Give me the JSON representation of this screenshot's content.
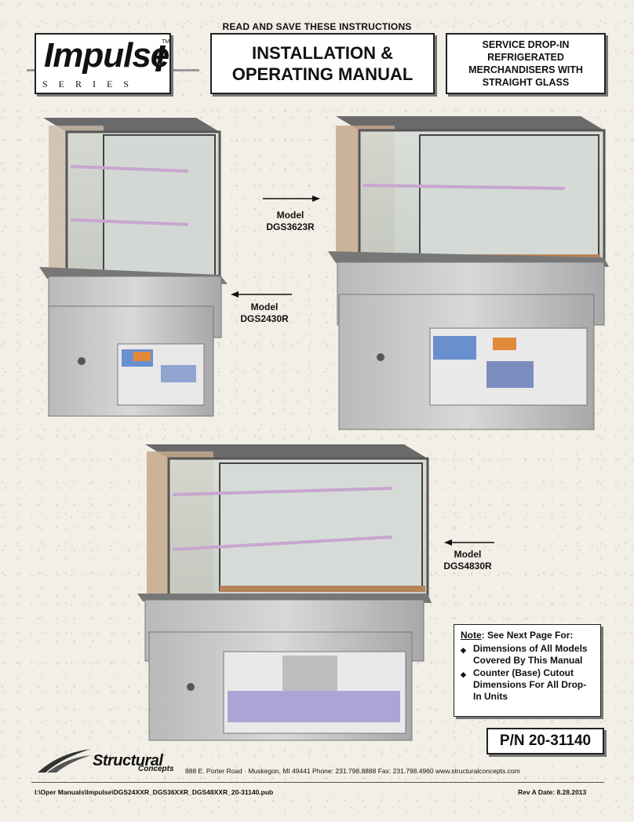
{
  "header": {
    "top_note": "READ AND SAVE THESE INSTRUCTIONS",
    "logo_word": "Impulse",
    "logo_tm": "TM",
    "logo_series": "SERIES",
    "title_line1": "INSTALLATION &",
    "title_line2": "OPERATING MANUAL",
    "subtitle_lines": [
      "SERVICE DROP-IN",
      "REFRIGERATED",
      "MERCHANDISERS WITH",
      "STRAIGHT GLASS"
    ]
  },
  "models": [
    {
      "label": "Model",
      "name": "DGS3623R"
    },
    {
      "label": "Model",
      "name": "DGS2430R"
    },
    {
      "label": "Model",
      "name": "DGS4830R"
    }
  ],
  "note": {
    "heading_prefix": "Note",
    "heading_rest": ": See Next Page For:",
    "items": [
      "Dimensions of All Models Covered By This Manual",
      "Counter (Base) Cutout Dimensions For All Drop-In Units"
    ]
  },
  "part_number": "P/N 20-31140",
  "company": {
    "name_line1": "Structural",
    "name_line2": "Concepts",
    "address": "888 E. Porter Road · Muskegon, MI  49441  Phone: 231.798.8888  Fax: 231.798.4960  www.structuralconcepts.com"
  },
  "footer": {
    "file_path": "I:\\Oper Manuals\\Impulse\\DGS24XXR_DGS36XXR_DGS48XXR_20-31140.pub",
    "revision": "Rev A Date: 8.28.2013"
  }
}
